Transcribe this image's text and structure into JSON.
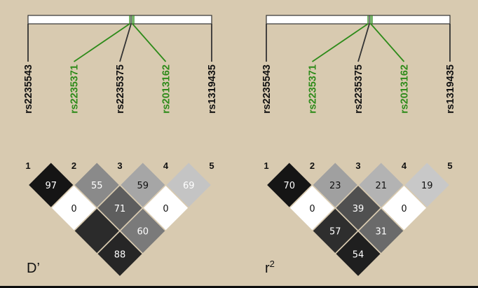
{
  "colors": {
    "background": "#d8cab0",
    "tagged_snp": "#2e8b1a",
    "untagged_snp": "#111111",
    "cell_text_dark": "#ffffff",
    "cell_text_light": "#111111"
  },
  "markers": [
    {
      "number": "1",
      "id": "rs2235543",
      "tagged": false
    },
    {
      "number": "2",
      "id": "rs2235371",
      "tagged": true
    },
    {
      "number": "3",
      "id": "rs2235375",
      "tagged": false
    },
    {
      "number": "4",
      "id": "rs2013162",
      "tagged": true
    },
    {
      "number": "5",
      "id": "rs1319435",
      "tagged": false
    }
  ],
  "panels": [
    {
      "name": "dprime",
      "label": "D’",
      "label_sup": "",
      "cells": [
        {
          "i": 1,
          "j": 2,
          "value": "97",
          "fill": "#151515",
          "text_color": "#ffffff"
        },
        {
          "i": 2,
          "j": 3,
          "value": "55",
          "fill": "#8a8a8a",
          "text_color": "#ffffff"
        },
        {
          "i": 3,
          "j": 4,
          "value": "59",
          "fill": "#a6a6a6",
          "text_color": "#111111"
        },
        {
          "i": 4,
          "j": 5,
          "value": "69",
          "fill": "#c4c4c4",
          "text_color": "#ffffff"
        },
        {
          "i": 1,
          "j": 3,
          "value": "0",
          "fill": "#ffffff",
          "text_color": "#111111"
        },
        {
          "i": 2,
          "j": 4,
          "value": "71",
          "fill": "#5e5e5e",
          "text_color": "#ffffff"
        },
        {
          "i": 3,
          "j": 5,
          "value": "0",
          "fill": "#ffffff",
          "text_color": "#111111"
        },
        {
          "i": 1,
          "j": 4,
          "value": "",
          "fill": "#2b2b2b",
          "text_color": "#ffffff"
        },
        {
          "i": 2,
          "j": 5,
          "value": "60",
          "fill": "#7a7a7a",
          "text_color": "#ffffff"
        },
        {
          "i": 1,
          "j": 5,
          "value": "88",
          "fill": "#262626",
          "text_color": "#ffffff"
        }
      ]
    },
    {
      "name": "r2",
      "label": "r",
      "label_sup": "2",
      "cells": [
        {
          "i": 1,
          "j": 2,
          "value": "70",
          "fill": "#151515",
          "text_color": "#ffffff"
        },
        {
          "i": 2,
          "j": 3,
          "value": "23",
          "fill": "#a0a0a0",
          "text_color": "#111111"
        },
        {
          "i": 3,
          "j": 4,
          "value": "21",
          "fill": "#b3b3b3",
          "text_color": "#111111"
        },
        {
          "i": 4,
          "j": 5,
          "value": "19",
          "fill": "#c8c8c8",
          "text_color": "#111111"
        },
        {
          "i": 1,
          "j": 3,
          "value": "0",
          "fill": "#ffffff",
          "text_color": "#111111"
        },
        {
          "i": 2,
          "j": 4,
          "value": "39",
          "fill": "#505050",
          "text_color": "#ffffff"
        },
        {
          "i": 3,
          "j": 5,
          "value": "0",
          "fill": "#ffffff",
          "text_color": "#111111"
        },
        {
          "i": 1,
          "j": 4,
          "value": "57",
          "fill": "#2e2e2e",
          "text_color": "#ffffff"
        },
        {
          "i": 2,
          "j": 5,
          "value": "31",
          "fill": "#6a6a6a",
          "text_color": "#ffffff"
        },
        {
          "i": 1,
          "j": 5,
          "value": "54",
          "fill": "#1f1f1f",
          "text_color": "#ffffff"
        }
      ]
    }
  ]
}
